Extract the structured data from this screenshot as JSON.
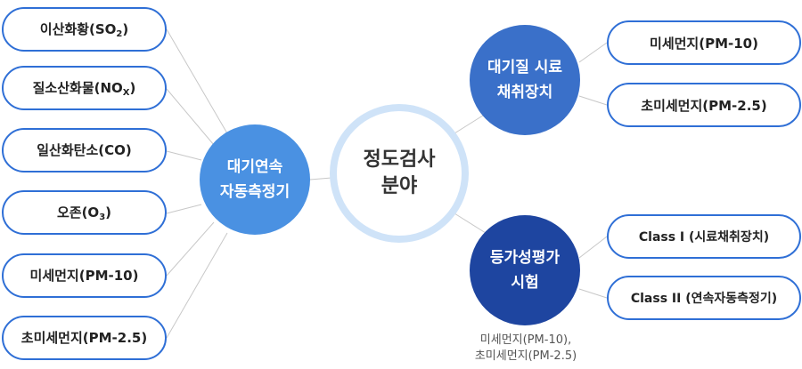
{
  "center": {
    "line1": "정도검사",
    "line2": "분야"
  },
  "left_hub": {
    "line1": "대기연속",
    "line2": "자동측정기"
  },
  "left_items": [
    {
      "pre": "이산화황(SO",
      "sub": "2",
      "post": ")"
    },
    {
      "pre": "질소산화물(NO",
      "sub": "X",
      "post": ")"
    },
    {
      "pre": "일산화탄소(CO)",
      "sub": "",
      "post": ""
    },
    {
      "pre": "오존(O",
      "sub": "3",
      "post": ")"
    },
    {
      "pre": "미세먼지(PM-10)",
      "sub": "",
      "post": ""
    },
    {
      "pre": "초미세먼지(PM-2.5)",
      "sub": "",
      "post": ""
    }
  ],
  "top_hub": {
    "line1": "대기질 시료",
    "line2": "채취장치"
  },
  "top_items": [
    "미세먼지(PM-10)",
    "초미세먼지(PM-2.5)"
  ],
  "bottom_hub": {
    "line1": "등가성평가",
    "line2": "시험"
  },
  "bottom_items": [
    "Class I (시료채취장치)",
    "Class II (연속자동측정기)"
  ],
  "bottom_note": {
    "line1": "미세먼지(PM-10),",
    "line2": "초미세먼지(PM-2.5)"
  },
  "colors": {
    "pill_border": "#2f6fd6",
    "left_hub": "#4a91e2",
    "top_hub": "#3a70c9",
    "bottom_hub": "#1e45a0",
    "center_ring": "#cfe3f8"
  }
}
